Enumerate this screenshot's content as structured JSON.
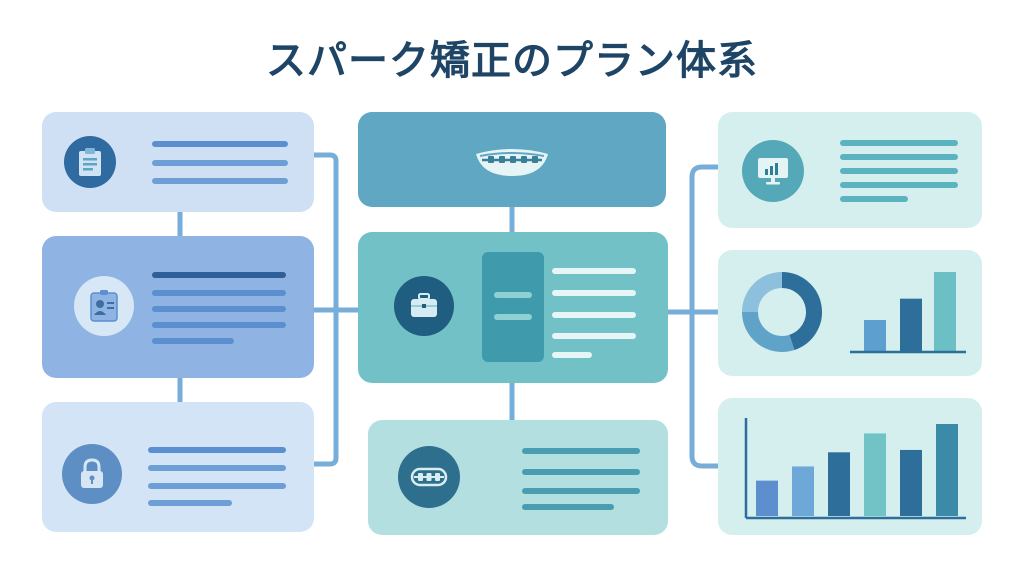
{
  "title": "スパーク矯正のプラン体系",
  "colors": {
    "title": "#1e4466",
    "blue_light": "#cfe0f5",
    "blue_mid": "#8fb4e3",
    "blue_pale": "#d4e4f7",
    "teal_dark": "#5fa7c2",
    "teal_mid": "#72c1c7",
    "teal_light": "#b4dfe0",
    "mint": "#d4efee",
    "navy": "#2d5f86",
    "connector": "#76aed9"
  },
  "left_cards": [
    {
      "icon": "clipboard-icon"
    },
    {
      "icon": "id-card-icon"
    },
    {
      "icon": "padlock-icon"
    }
  ],
  "center_cards": [
    {
      "icon": "smile-braces-icon"
    },
    {
      "icon": "briefcase-icon"
    },
    {
      "icon": "braces-icon"
    }
  ],
  "right_cards": [
    {
      "icon": "monitor-chart-icon"
    },
    {
      "icon": "donut-chart-icon"
    },
    {
      "icon": "bar-chart-icon"
    }
  ],
  "chart_data": [
    {
      "type": "pie",
      "values": [
        45,
        30,
        25
      ],
      "colors": [
        "#2d6f9a",
        "#5fa3c9",
        "#8cc0dc"
      ]
    },
    {
      "type": "bar",
      "values": [
        3,
        5,
        7.5
      ],
      "colors": [
        "#5d9fcf",
        "#2d6f9a",
        "#6cc0c5"
      ]
    },
    {
      "type": "bar",
      "values": [
        3,
        4.2,
        5.4,
        7,
        5.6,
        7.8
      ],
      "colors": [
        "#5d8fcf",
        "#6ea8d9",
        "#2d6f9a",
        "#72c3c5",
        "#2d6f9a",
        "#3a8aa8"
      ]
    }
  ]
}
